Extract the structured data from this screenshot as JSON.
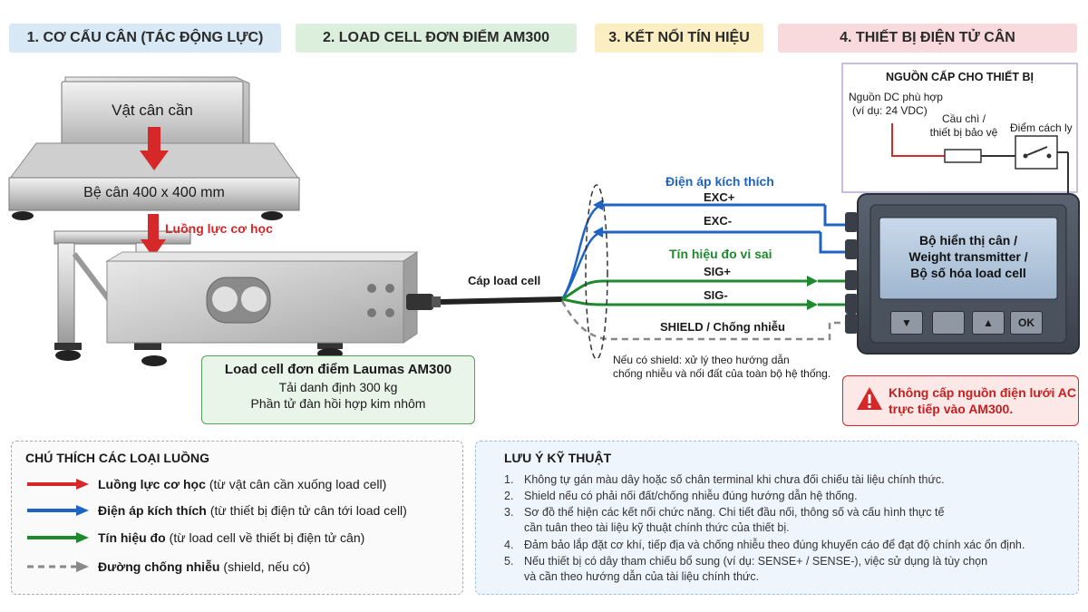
{
  "headers": [
    {
      "label": "1. CƠ CẤU CÂN (TÁC ĐỘNG LỰC)",
      "color": "#d9e8f5"
    },
    {
      "label": "2.  LOAD CELL ĐƠN ĐIỂM AM300",
      "color": "#dcefdc"
    },
    {
      "label": "3. KẾT NỐI TÍN HIỆU",
      "color": "#fbeec3"
    },
    {
      "label": "4. THIẾT BỊ ĐIỆN TỬ CÂN",
      "color": "#f8d9dc"
    }
  ],
  "scale": {
    "object_label": "Vật cân cần",
    "platform_label": "Bệ cân 400 x 400 mm",
    "force_label": "Luồng lực cơ học"
  },
  "loadcell": {
    "box_title": "Load cell đơn điểm Laumas AM300",
    "box_line1": "Tải danh định 300 kg",
    "box_line2": "Phần tử đàn hồi hợp kim nhôm"
  },
  "signals": {
    "cable_label": "Cáp load cell",
    "excitation_title": "Điện áp kích thích",
    "exc_plus": "EXC+",
    "exc_minus": "EXC-",
    "diff_title": "Tín hiệu đo vi sai",
    "sig_plus": "SIG+",
    "sig_minus": "SIG-",
    "shield_label": "SHIELD / Chống nhiễu",
    "shield_note_1": "Nếu có shield: xử lý theo hướng dẫn",
    "shield_note_2": "chống nhiễu và nối đất của toàn bộ hệ thống."
  },
  "power": {
    "title": "NGUỒN CẤP CHO THIẾT BỊ",
    "dc_line1": "Nguồn DC phù hợp",
    "dc_line2": "(ví dụ: 24 VDC)",
    "fuse_line1": "Cầu chì /",
    "fuse_line2": "thiết bị bảo vệ",
    "isolator": "Điểm cách ly"
  },
  "device": {
    "line1": "Bộ hiển thị cân /",
    "line2": "Weight transmitter /",
    "line3": "Bộ số hóa load cell",
    "buttons": [
      {
        "label": "▼",
        "icon": "arrow-down-icon"
      },
      {
        "label": "",
        "icon": "blank-key"
      },
      {
        "label": "▲",
        "icon": "arrow-up-icon"
      },
      {
        "label": "OK",
        "icon": "ok-key"
      }
    ]
  },
  "warning": {
    "line1": "Không cấp nguồn điện lưới AC",
    "line2": "trực tiếp vào AM300.",
    "icon": "warning-icon"
  },
  "legend": {
    "title": "CHÚ THÍCH CÁC LOẠI LUỒNG",
    "items": [
      {
        "name": "Luồng lực cơ học",
        "desc": "(từ vật cân cần xuống load cell)",
        "color": "#d62828",
        "style": "solid"
      },
      {
        "name": "Điện áp kích thích",
        "desc": "(từ thiết bị điện tử cân tới load cell)",
        "color": "#1f64c4",
        "style": "solid"
      },
      {
        "name": "Tín hiệu đo",
        "desc": "(từ load cell về thiết bị điện tử cân)",
        "color": "#1e8a2e",
        "style": "solid"
      },
      {
        "name": "Đường chống nhiễu",
        "desc": "(shield, nếu có)",
        "color": "#888888",
        "style": "dashed"
      }
    ]
  },
  "notes": {
    "title": "LƯU Ý KỸ THUẬT",
    "items": [
      {
        "num": "1.",
        "lines": [
          "Không tự gán màu dây hoặc số chân terminal khi chưa đối chiếu tài liệu chính thức."
        ]
      },
      {
        "num": "2.",
        "lines": [
          "Shield nếu có phải nối đất/chống nhiễu đúng hướng dẫn hệ thống."
        ]
      },
      {
        "num": "3.",
        "lines": [
          "Sơ đồ thể hiện các kết nối chức năng. Chi tiết đầu nối, thông số và cấu hình thực tế",
          "cần tuân theo tài liệu kỹ thuật chính thức của thiết bị."
        ]
      },
      {
        "num": "4.",
        "lines": [
          "Đảm bảo lắp đặt cơ khí, tiếp địa và chống nhiễu theo đúng khuyến cáo để đạt độ chính xác ổn định."
        ]
      },
      {
        "num": "5.",
        "lines": [
          "Nếu thiết bị có dây tham chiếu bổ sung (ví dụ: SENSE+ / SENSE-), việc sử dụng là tùy chọn",
          "và cần theo hướng dẫn của tài liệu chính thức."
        ]
      }
    ]
  }
}
